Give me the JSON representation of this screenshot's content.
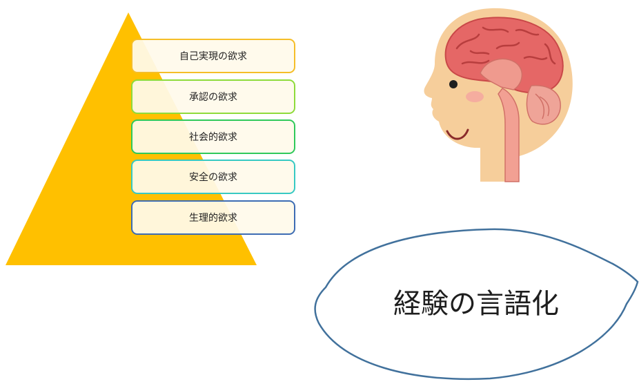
{
  "pyramid": {
    "color": "#FFC000",
    "levels": [
      {
        "label": "自己実現の欲求",
        "border": "#F5BE28"
      },
      {
        "label": "承認の欲求",
        "border": "#8EDB3A"
      },
      {
        "label": "社会的欲求",
        "border": "#2FC95A"
      },
      {
        "label": "安全の欲求",
        "border": "#37C9C3"
      },
      {
        "label": "生理的欲求",
        "border": "#3D6CB3"
      }
    ]
  },
  "illustration": {
    "icon": "head-brain-icon"
  },
  "bubble": {
    "text": "経験の言語化",
    "border": "#41719C"
  }
}
